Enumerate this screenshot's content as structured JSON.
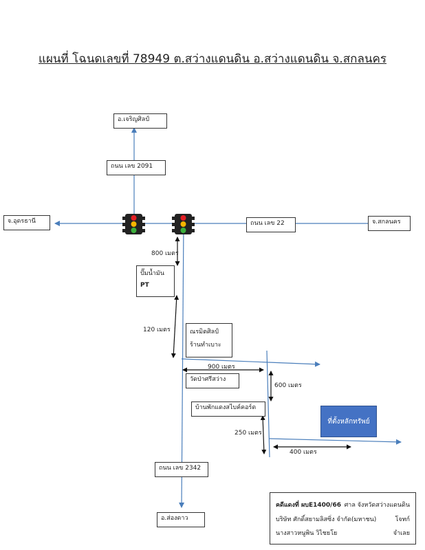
{
  "title": "แผนที่ โฉนดเลขที่ 78949 ต.สว่างแดนดิน อ.สว่างแดนดิน จ.สกลนคร",
  "places": {
    "north": "อ.เจริญศิลป์",
    "west": "จ.อุดรธานี",
    "east": "จ.สกลนคร",
    "south": "อ.ส่องดาว"
  },
  "roads": {
    "r2091": "ถนน เลข 2091",
    "r22": "ถนน เลข 22",
    "r2342": "ถนน เลข 2342"
  },
  "landmarks": {
    "gas_line1": "ปั๊มน้ำมัน",
    "gas_line2": "PT",
    "shop_line1": "ณรมิตศิลป์",
    "shop_line2": "ร้านทำเบาะ",
    "temple": "วัดป่าศรีสว่าง",
    "resort": "บ้านพักแดงสไบค์คอร์ด"
  },
  "distances": {
    "d800": "800 เมตร",
    "d120": "120 เมตร",
    "d900": "900 เมตร",
    "d600": "600 เมตร",
    "d250": "250 เมตร",
    "d400": "400 เมตร"
  },
  "property_label": "ที่ตั้งหลักทรัพย์",
  "case_info": {
    "line1_left": "คดีแดงที่ ผบE1400/66",
    "line1_right": "ศาล จังหวัดสว่างแดนดิน",
    "line2_left": "บริษัท ศักดิ์สยามลิสซิ่ง จำกัด(มหาชน)",
    "line2_right": "โจทก์",
    "line3_left": "นางสาวหนูพิน วิไชยโย",
    "line3_right": "จำเลย"
  },
  "colors": {
    "road": "#4a7ebb",
    "property": "#4472c4",
    "light_red": "#e31e24",
    "light_yellow": "#f7b500",
    "light_green": "#3cb03c"
  }
}
